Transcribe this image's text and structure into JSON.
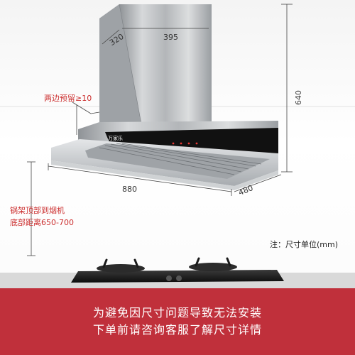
{
  "product": {
    "brand_mark": "万家乐"
  },
  "dimensions": {
    "width_top": "395",
    "depth_top": "320",
    "height_total": "640",
    "width_bottom": "880",
    "depth_bottom": "480"
  },
  "notes": {
    "side_clearance": "两边预留≥10",
    "stove_distance_line1": "锅架顶部到烟机",
    "stove_distance_line2": "底部距离650-700",
    "unit": "注：尺寸单位(mm)"
  },
  "banner": {
    "line1": "为避免因尺寸问题导致无法安装",
    "line2": "下单前请咨询客服了解尺寸详情"
  },
  "colors": {
    "banner_bg": "#c0303b",
    "accent_text": "#cc2f2f",
    "steel": "#b9bcc0",
    "glass_panel": "#111111"
  }
}
